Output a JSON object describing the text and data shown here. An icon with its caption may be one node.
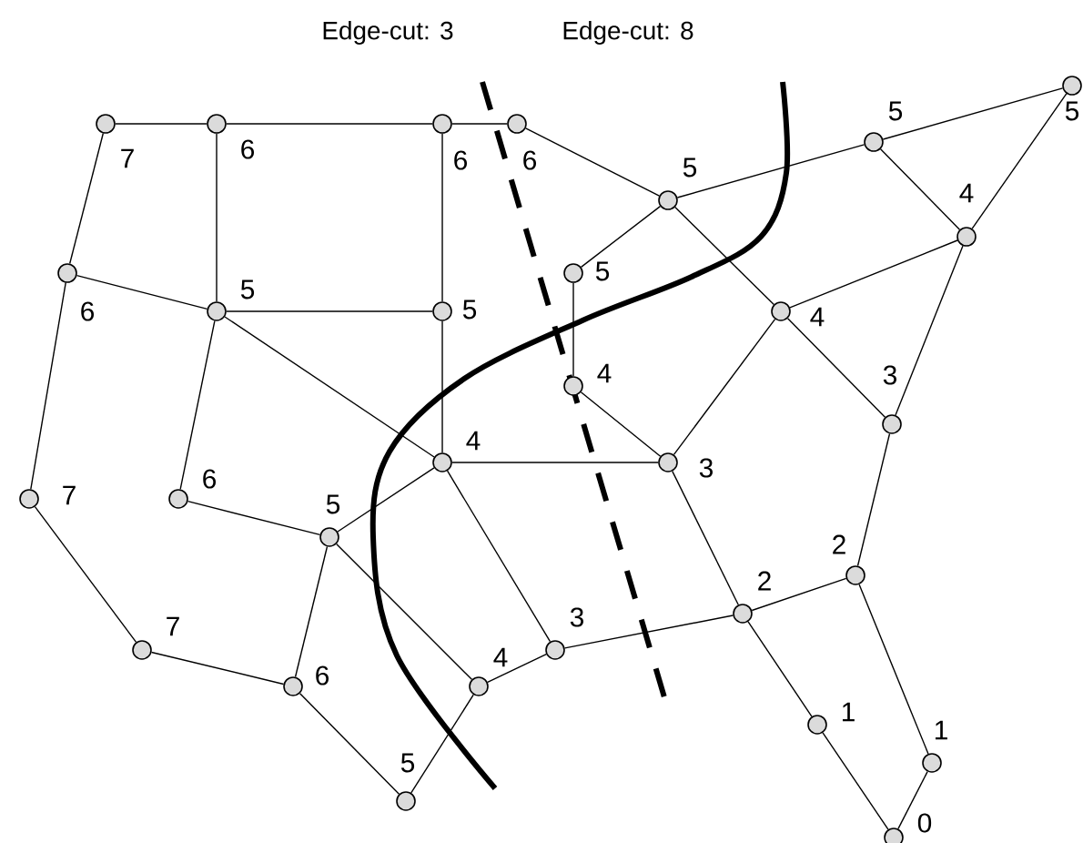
{
  "diagram": {
    "nodes": [
      {
        "text": [],
        "shape": "circle",
        "beside": [
          "7"
        ]
      },
      {
        "text": [],
        "shape": "circle",
        "beside": [
          "6"
        ]
      },
      {
        "text": [],
        "shape": "circle",
        "beside": [
          "6"
        ]
      },
      {
        "text": [],
        "shape": "circle",
        "beside": [
          "6"
        ]
      },
      {
        "text": [],
        "shape": "circle",
        "beside": [
          "5"
        ]
      },
      {
        "text": [],
        "shape": "circle",
        "beside": [
          "5"
        ]
      },
      {
        "text": [],
        "shape": "circle",
        "beside": [
          "5"
        ]
      },
      {
        "text": [],
        "shape": "circle",
        "beside": [
          "6"
        ]
      },
      {
        "text": [],
        "shape": "circle",
        "beside": [
          "5"
        ]
      },
      {
        "text": [],
        "shape": "circle",
        "beside": [
          "5"
        ]
      },
      {
        "text": [],
        "shape": "circle",
        "beside": [
          "5"
        ]
      },
      {
        "text": [],
        "shape": "circle",
        "beside": [
          "4"
        ]
      },
      {
        "text": [],
        "shape": "circle",
        "beside": [
          "4"
        ]
      },
      {
        "text": [],
        "shape": "circle",
        "beside": [
          "4"
        ]
      },
      {
        "text": [],
        "shape": "circle",
        "beside": [
          "3"
        ]
      },
      {
        "text": [],
        "shape": "circle",
        "beside": [
          "4"
        ]
      },
      {
        "text": [],
        "shape": "circle",
        "beside": [
          "3"
        ]
      },
      {
        "text": [],
        "shape": "circle",
        "beside": [
          "7"
        ]
      },
      {
        "text": [],
        "shape": "circle",
        "beside": [
          "6"
        ]
      },
      {
        "text": [],
        "shape": "circle",
        "beside": [
          "5"
        ]
      },
      {
        "text": [],
        "shape": "circle",
        "beside": [
          "2"
        ]
      },
      {
        "text": [],
        "shape": "circle",
        "beside": [
          "2"
        ]
      },
      {
        "text": [],
        "shape": "circle",
        "beside": [
          "3"
        ]
      },
      {
        "text": [],
        "shape": "circle",
        "beside": [
          "7"
        ]
      },
      {
        "text": [],
        "shape": "circle",
        "beside": [
          "6"
        ]
      },
      {
        "text": [],
        "shape": "circle",
        "beside": [
          "4"
        ]
      },
      {
        "text": [],
        "shape": "circle",
        "beside": [
          "1"
        ]
      },
      {
        "text": [],
        "shape": "circle",
        "beside": [
          "1"
        ]
      },
      {
        "text": [],
        "shape": "circle",
        "beside": [
          "5"
        ]
      },
      {
        "text": [],
        "shape": "circle",
        "beside": [
          "0"
        ]
      }
    ],
    "edges": [
      {
        "from": 0,
        "to": 1,
        "arrow": "none"
      },
      {
        "from": 1,
        "to": 2,
        "arrow": "none"
      },
      {
        "from": 2,
        "to": 3,
        "arrow": "none"
      },
      {
        "from": 0,
        "to": 7,
        "arrow": "none"
      },
      {
        "from": 1,
        "to": 8,
        "arrow": "none"
      },
      {
        "from": 2,
        "to": 9,
        "arrow": "none"
      },
      {
        "from": 7,
        "to": 8,
        "arrow": "none"
      },
      {
        "from": 8,
        "to": 9,
        "arrow": "none"
      },
      {
        "from": 7,
        "to": 17,
        "arrow": "none"
      },
      {
        "from": 8,
        "to": 18,
        "arrow": "none"
      },
      {
        "from": 8,
        "to": 15,
        "arrow": "none"
      },
      {
        "from": 9,
        "to": 15,
        "arrow": "none"
      },
      {
        "from": 3,
        "to": 4,
        "arrow": "none"
      },
      {
        "from": 4,
        "to": 5,
        "arrow": "none"
      },
      {
        "from": 5,
        "to": 6,
        "arrow": "none"
      },
      {
        "from": 4,
        "to": 10,
        "arrow": "none"
      },
      {
        "from": 4,
        "to": 12,
        "arrow": "none"
      },
      {
        "from": 10,
        "to": 13,
        "arrow": "none"
      },
      {
        "from": 5,
        "to": 11,
        "arrow": "none"
      },
      {
        "from": 6,
        "to": 11,
        "arrow": "none"
      },
      {
        "from": 11,
        "to": 14,
        "arrow": "none"
      },
      {
        "from": 11,
        "to": 12,
        "arrow": "none"
      },
      {
        "from": 12,
        "to": 16,
        "arrow": "none"
      },
      {
        "from": 12,
        "to": 14,
        "arrow": "none"
      },
      {
        "from": 13,
        "to": 16,
        "arrow": "none"
      },
      {
        "from": 15,
        "to": 16,
        "arrow": "none"
      },
      {
        "from": 15,
        "to": 19,
        "arrow": "none"
      },
      {
        "from": 15,
        "to": 22,
        "arrow": "none"
      },
      {
        "from": 14,
        "to": 20,
        "arrow": "none"
      },
      {
        "from": 16,
        "to": 21,
        "arrow": "none"
      },
      {
        "from": 20,
        "to": 21,
        "arrow": "none"
      },
      {
        "from": 21,
        "to": 22,
        "arrow": "none"
      },
      {
        "from": 21,
        "to": 26,
        "arrow": "none"
      },
      {
        "from": 20,
        "to": 27,
        "arrow": "none"
      },
      {
        "from": 26,
        "to": 29,
        "arrow": "none"
      },
      {
        "from": 27,
        "to": 29,
        "arrow": "none"
      },
      {
        "from": 17,
        "to": 23,
        "arrow": "none"
      },
      {
        "from": 23,
        "to": 24,
        "arrow": "none"
      },
      {
        "from": 18,
        "to": 19,
        "arrow": "none"
      },
      {
        "from": 19,
        "to": 24,
        "arrow": "none"
      },
      {
        "from": 19,
        "to": 25,
        "arrow": "none"
      },
      {
        "from": 24,
        "to": 28,
        "arrow": "none"
      },
      {
        "from": 28,
        "to": 25,
        "arrow": "none"
      },
      {
        "from": 25,
        "to": 22,
        "arrow": "none"
      }
    ],
    "labels": [
      "Edge-cut: 3",
      "Edge-cut: 8"
    ]
  }
}
